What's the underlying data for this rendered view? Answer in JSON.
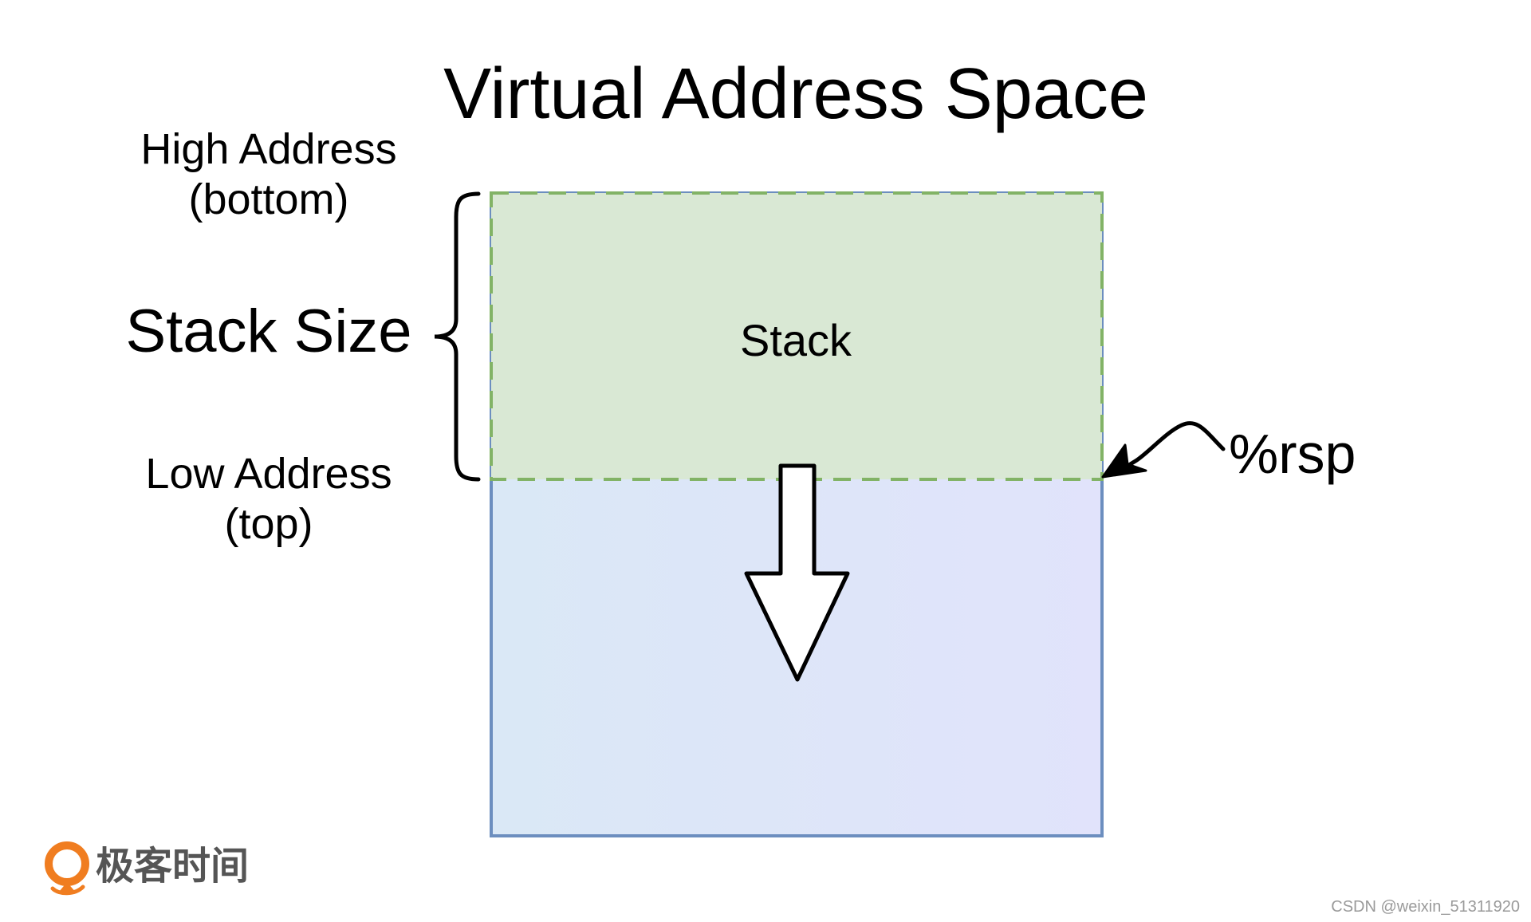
{
  "title": "Virtual Address Space",
  "high_address": {
    "line1": "High Address",
    "line2": "(bottom)"
  },
  "stack_size_label": "Stack Size",
  "low_address": {
    "line1": "Low Address",
    "line2": "(top)"
  },
  "stack_label": "Stack",
  "pointer_label": "%rsp",
  "watermark": {
    "brand": "极客时间",
    "credit": "CSDN @weixin_51311920"
  },
  "colors": {
    "stack_fill": "#d9e8d4",
    "stack_border": "#82b366",
    "space_fill": "#dae6f7",
    "space_border": "#6c8ebf",
    "brand_orange": "#f07d20",
    "brand_text": "#555555"
  },
  "icons": {
    "growth_arrow": "down-arrow-icon",
    "pointer_arrow": "curved-arrow-icon",
    "brace": "left-curly-brace-icon",
    "logo": "geektime-logo-icon"
  }
}
